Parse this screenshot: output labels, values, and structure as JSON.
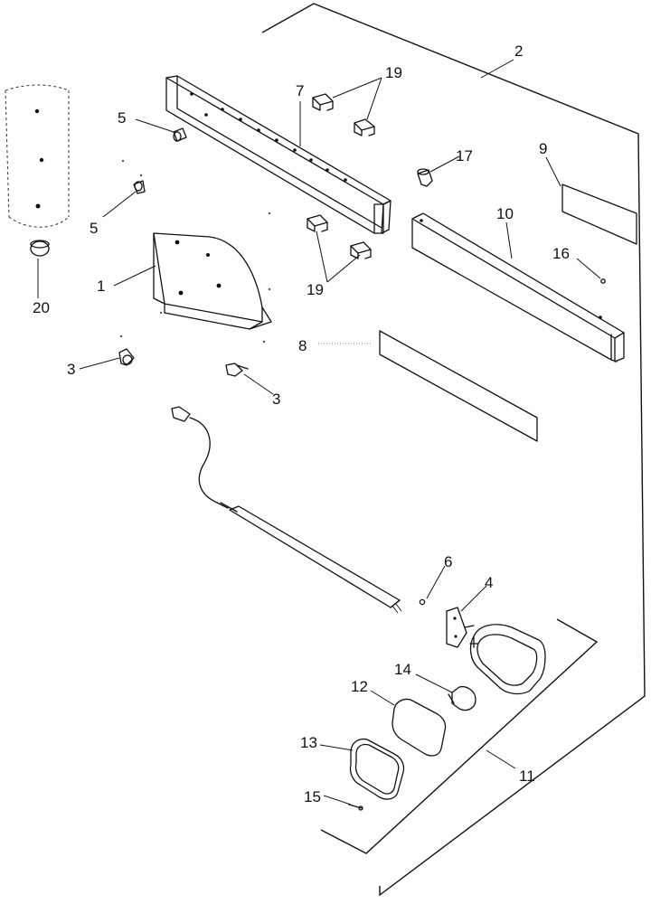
{
  "callouts": {
    "c1": "1",
    "c2": "2",
    "c3a": "3",
    "c3b": "3",
    "c4": "4",
    "c5a": "5",
    "c5b": "5",
    "c6": "6",
    "c7": "7",
    "c8": "8",
    "c9": "9",
    "c10": "10",
    "c11": "11",
    "c12": "12",
    "c13": "13",
    "c14": "14",
    "c15": "15",
    "c16": "16",
    "c17": "17",
    "c19a": "19",
    "c19b": "19",
    "c20": "20"
  }
}
